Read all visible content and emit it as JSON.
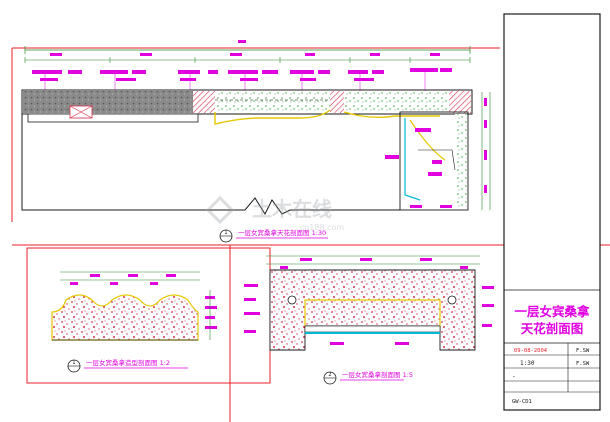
{
  "title_block": {
    "title_line1": "一层女宾桑拿",
    "title_line2": "天花剖面图",
    "date": "09-08-2004",
    "scale": "1:30",
    "drawing_no": "GW-CD1",
    "rev": "F.SW",
    "rev2": "F.SW"
  },
  "captions": {
    "main": "一层女宾桑拿天花剖面图 1:30",
    "detail_left": "一层女宾桑拿造型剖面图 1:2",
    "detail_right": "一层女宾桑拿剖面图 1:5"
  },
  "callouts": {
    "main_num": "1",
    "left_num": "1",
    "right_num": "2"
  },
  "watermark": {
    "text": "土木在线",
    "url": "co188.com"
  },
  "colors": {
    "frame": "#e8202a",
    "line": "#1a1a1a",
    "dim": "#2a8a2a",
    "tag": "#e000e0",
    "fill_red": "#d8304a",
    "fill_green": "#3aa83a",
    "accent_yellow": "#e6c800",
    "accent_cyan": "#00b8d0"
  }
}
